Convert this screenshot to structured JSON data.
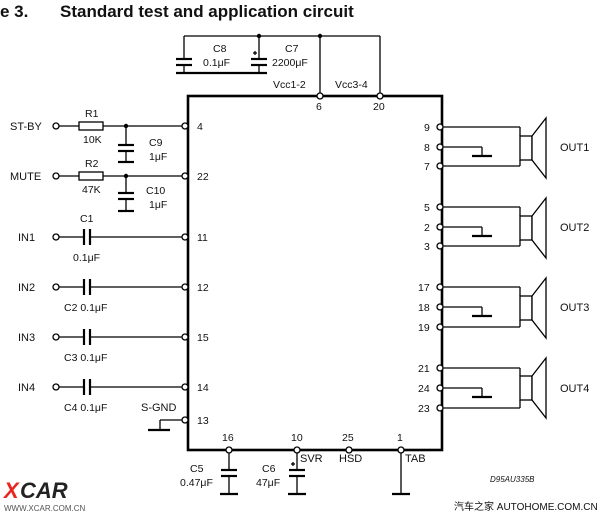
{
  "title": {
    "number": "e 3.",
    "text": "Standard test and application circuit"
  },
  "ic": {
    "supply_left": "Vcc1-2",
    "supply_right": "Vcc3-4",
    "pins_top": [
      "6",
      "20"
    ],
    "pins_left": [
      "4",
      "22",
      "11",
      "12",
      "15",
      "14",
      "13"
    ],
    "pins_bottom": [
      "16",
      "10",
      "25",
      "1"
    ],
    "pins_right": [
      "9",
      "8",
      "7",
      "5",
      "2",
      "3",
      "17",
      "18",
      "19",
      "21",
      "24",
      "23"
    ],
    "bottom_labels": {
      "svr": "SVR",
      "hsd": "HSD",
      "tab": "TAB"
    }
  },
  "inputs": {
    "stby": "ST-BY",
    "mute": "MUTE",
    "in1": "IN1",
    "in2": "IN2",
    "in3": "IN3",
    "in4": "IN4",
    "sgnd": "S-GND"
  },
  "components": {
    "r1": "R1",
    "r1_value": "10K",
    "r2": "R2",
    "r2_value": "47K",
    "c1": "C1",
    "c1_value": "0.1μF",
    "c2": "C2 0.1μF",
    "c3": "C3 0.1μF",
    "c4": "C4 0.1μF",
    "c5": "C5",
    "c5_value": "0.47μF",
    "c6": "C6",
    "c6_value": "47μF",
    "c7": "C7",
    "c7_value": "2200μF",
    "c8": "C8",
    "c8_value": "0.1μF",
    "c9": "C9",
    "c9_value": "1μF",
    "c10": "C10",
    "c10_value": "1μF"
  },
  "outputs": [
    "OUT1",
    "OUT2",
    "OUT3",
    "OUT4"
  ],
  "drawing_ref": "D95AU335B",
  "watermark": {
    "logo_x": "X",
    "logo_rest": "CAR",
    "site": "WWW.XCAR.COM.CN",
    "footer": "汽车之家 AUTOHOME.COM.CN"
  },
  "colors": {
    "logo_x": "#e8251f",
    "logo_rest": "#222222",
    "wire": "#000000"
  }
}
